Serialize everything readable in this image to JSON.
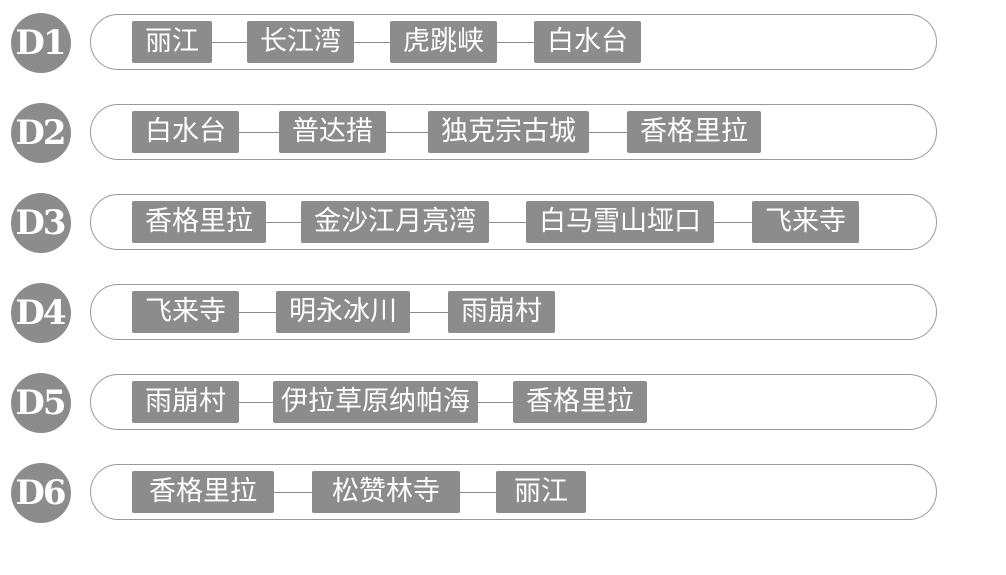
{
  "colors": {
    "badge": "#8c8c8c",
    "stop": "#8c8c8c",
    "border": "#9a9a9a",
    "text": "#ffffff"
  },
  "days": [
    {
      "label": "D1",
      "stops": [
        "丽江",
        "长江湾",
        "虎跳峡",
        "白水台"
      ]
    },
    {
      "label": "D2",
      "stops": [
        "白水台",
        "普达措",
        "独克宗古城",
        "香格里拉"
      ]
    },
    {
      "label": "D3",
      "stops": [
        "香格里拉",
        "金沙江月亮湾",
        "白马雪山垭口",
        "飞来寺"
      ]
    },
    {
      "label": "D4",
      "stops": [
        "飞来寺",
        "明永冰川",
        "雨崩村"
      ]
    },
    {
      "label": "D5",
      "stops": [
        "雨崩村",
        "伊拉草原纳帕海",
        "香格里拉"
      ]
    },
    {
      "label": "D6",
      "stops": [
        "香格里拉",
        "松赞林寺",
        "丽江"
      ]
    }
  ]
}
